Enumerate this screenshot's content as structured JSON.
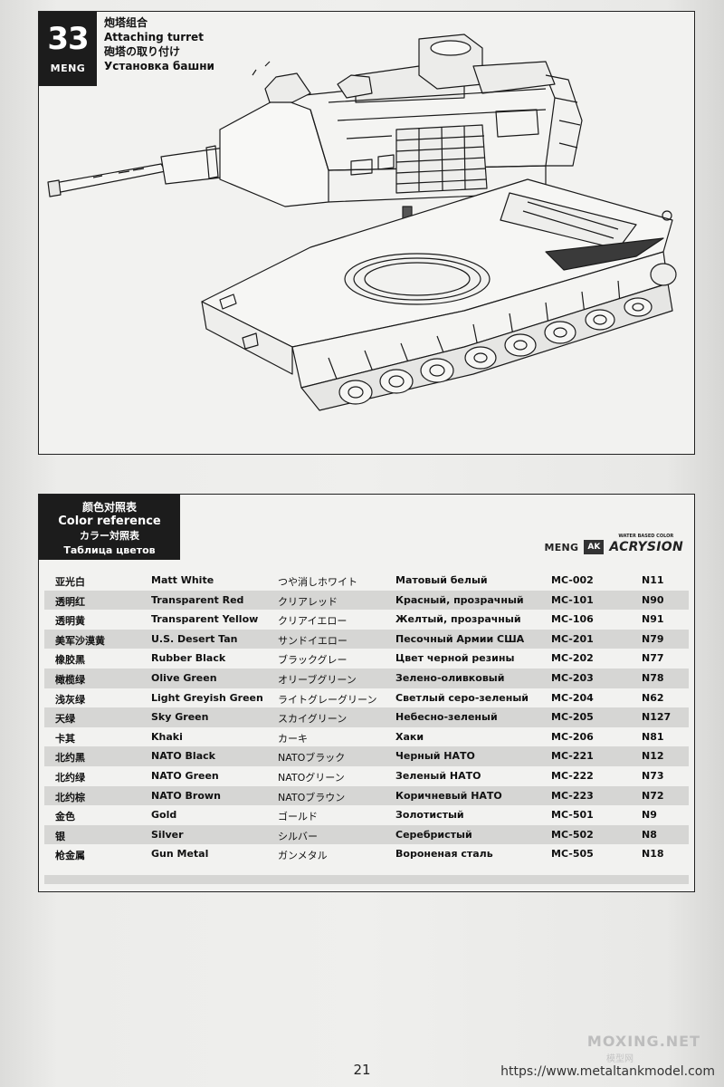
{
  "step": {
    "number": "33",
    "brand": "MENG",
    "title_zh": "炮塔组合",
    "title_en": "Attaching turret",
    "title_ja": "砲塔の取り付け",
    "title_ru": "Установка башни"
  },
  "color_reference": {
    "title_zh": "颜色对照表",
    "title_en": "Color reference",
    "title_ja": "カラー対照表",
    "title_ru": "Таблица цветов",
    "brands": {
      "meng": "MENG",
      "ak": "AK",
      "acrysion_tag": "WATER BASED COLOR",
      "acrysion": "ACRYSION"
    },
    "rows": [
      {
        "zh": "亚光白",
        "en": "Matt White",
        "ja": "つや消しホワイト",
        "ru": "Матовый белый",
        "code": "MC-002",
        "n": "N11"
      },
      {
        "zh": "透明红",
        "en": "Transparent Red",
        "ja": "クリアレッド",
        "ru": "Красный, прозрачный",
        "code": "MC-101",
        "n": "N90"
      },
      {
        "zh": "透明黄",
        "en": "Transparent Yellow",
        "ja": "クリアイエロー",
        "ru": "Желтый, прозрачный",
        "code": "MC-106",
        "n": "N91"
      },
      {
        "zh": "美军沙漠黄",
        "en": "U.S. Desert Tan",
        "ja": "サンドイエロー",
        "ru": "Песочный Армии США",
        "code": "MC-201",
        "n": "N79"
      },
      {
        "zh": "橡胶黑",
        "en": "Rubber Black",
        "ja": "ブラックグレー",
        "ru": "Цвет черной резины",
        "code": "MC-202",
        "n": "N77"
      },
      {
        "zh": "橄榄绿",
        "en": "Olive Green",
        "ja": "オリーブグリーン",
        "ru": "Зелено-оливковый",
        "code": "MC-203",
        "n": "N78"
      },
      {
        "zh": "浅灰绿",
        "en": "Light Greyish Green",
        "ja": "ライトグレーグリーン",
        "ru": "Светлый серо-зеленый",
        "code": "MC-204",
        "n": "N62"
      },
      {
        "zh": "天绿",
        "en": "Sky Green",
        "ja": "スカイグリーン",
        "ru": "Небесно-зеленый",
        "code": "MC-205",
        "n": "N127"
      },
      {
        "zh": "卡其",
        "en": "Khaki",
        "ja": "カーキ",
        "ru": "Хаки",
        "code": "MC-206",
        "n": "N81"
      },
      {
        "zh": "北约黑",
        "en": "NATO Black",
        "ja": "NATOブラック",
        "ru": "Черный НАТО",
        "code": "MC-221",
        "n": "N12"
      },
      {
        "zh": "北约绿",
        "en": "NATO Green",
        "ja": "NATOグリーン",
        "ru": "Зеленый НАТО",
        "code": "MC-222",
        "n": "N73"
      },
      {
        "zh": "北约棕",
        "en": "NATO Brown",
        "ja": "NATOブラウン",
        "ru": "Коричневый НАТО",
        "code": "MC-223",
        "n": "N72"
      },
      {
        "zh": "金色",
        "en": "Gold",
        "ja": "ゴールド",
        "ru": "Золотистый",
        "code": "MC-501",
        "n": "N9"
      },
      {
        "zh": "银",
        "en": "Silver",
        "ja": "シルバー",
        "ru": "Серебристый",
        "code": "MC-502",
        "n": "N8"
      },
      {
        "zh": "枪金属",
        "en": "Gun Metal",
        "ja": "ガンメタル",
        "ru": "Вороненая сталь",
        "code": "MC-505",
        "n": "N18"
      }
    ]
  },
  "page_number": "21",
  "watermark": {
    "line1": "MOXING.NET",
    "line2": "模型网"
  },
  "url": "https://www.metaltankmodel.com"
}
